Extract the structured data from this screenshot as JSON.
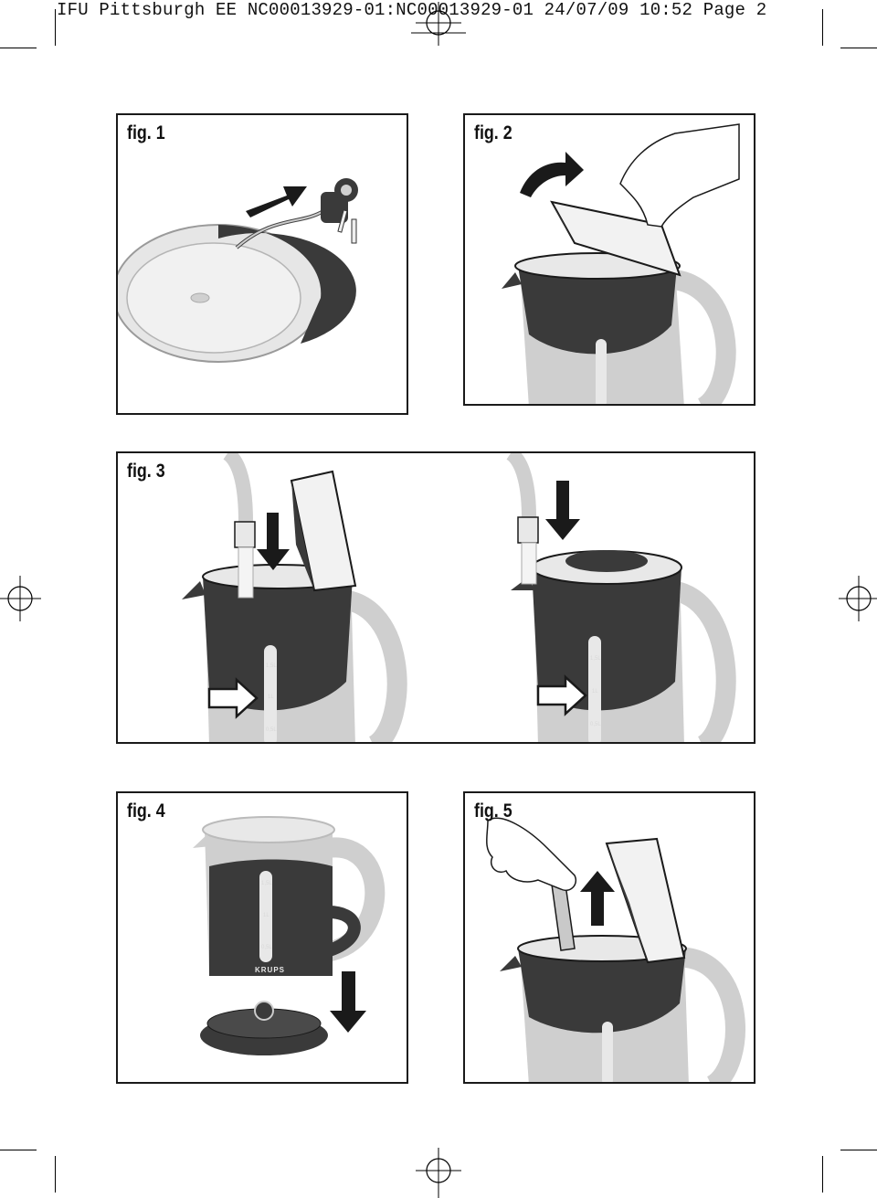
{
  "header": {
    "text": "IFU Pittsburgh EE NC00013929-01:NC00013929-01  24/07/09  10:52  Page 2"
  },
  "figures": [
    {
      "label": "fig. 1"
    },
    {
      "label": "fig. 2"
    },
    {
      "label": "fig. 3"
    },
    {
      "label": "fig. 4"
    },
    {
      "label": "fig. 5"
    }
  ],
  "kettle_marks": {
    "max": "1,5L",
    "mid": "1L",
    "min": "0,5L"
  },
  "brand": "KRUPS",
  "icons": [
    "registration-mark-icon",
    "arrow-icon",
    "hand-icon",
    "faucet-icon",
    "plug-icon"
  ],
  "colors": {
    "dark_grey": "#3a3a3a",
    "light_grey": "#c9c9c9",
    "outline": "#1a1a1a"
  }
}
